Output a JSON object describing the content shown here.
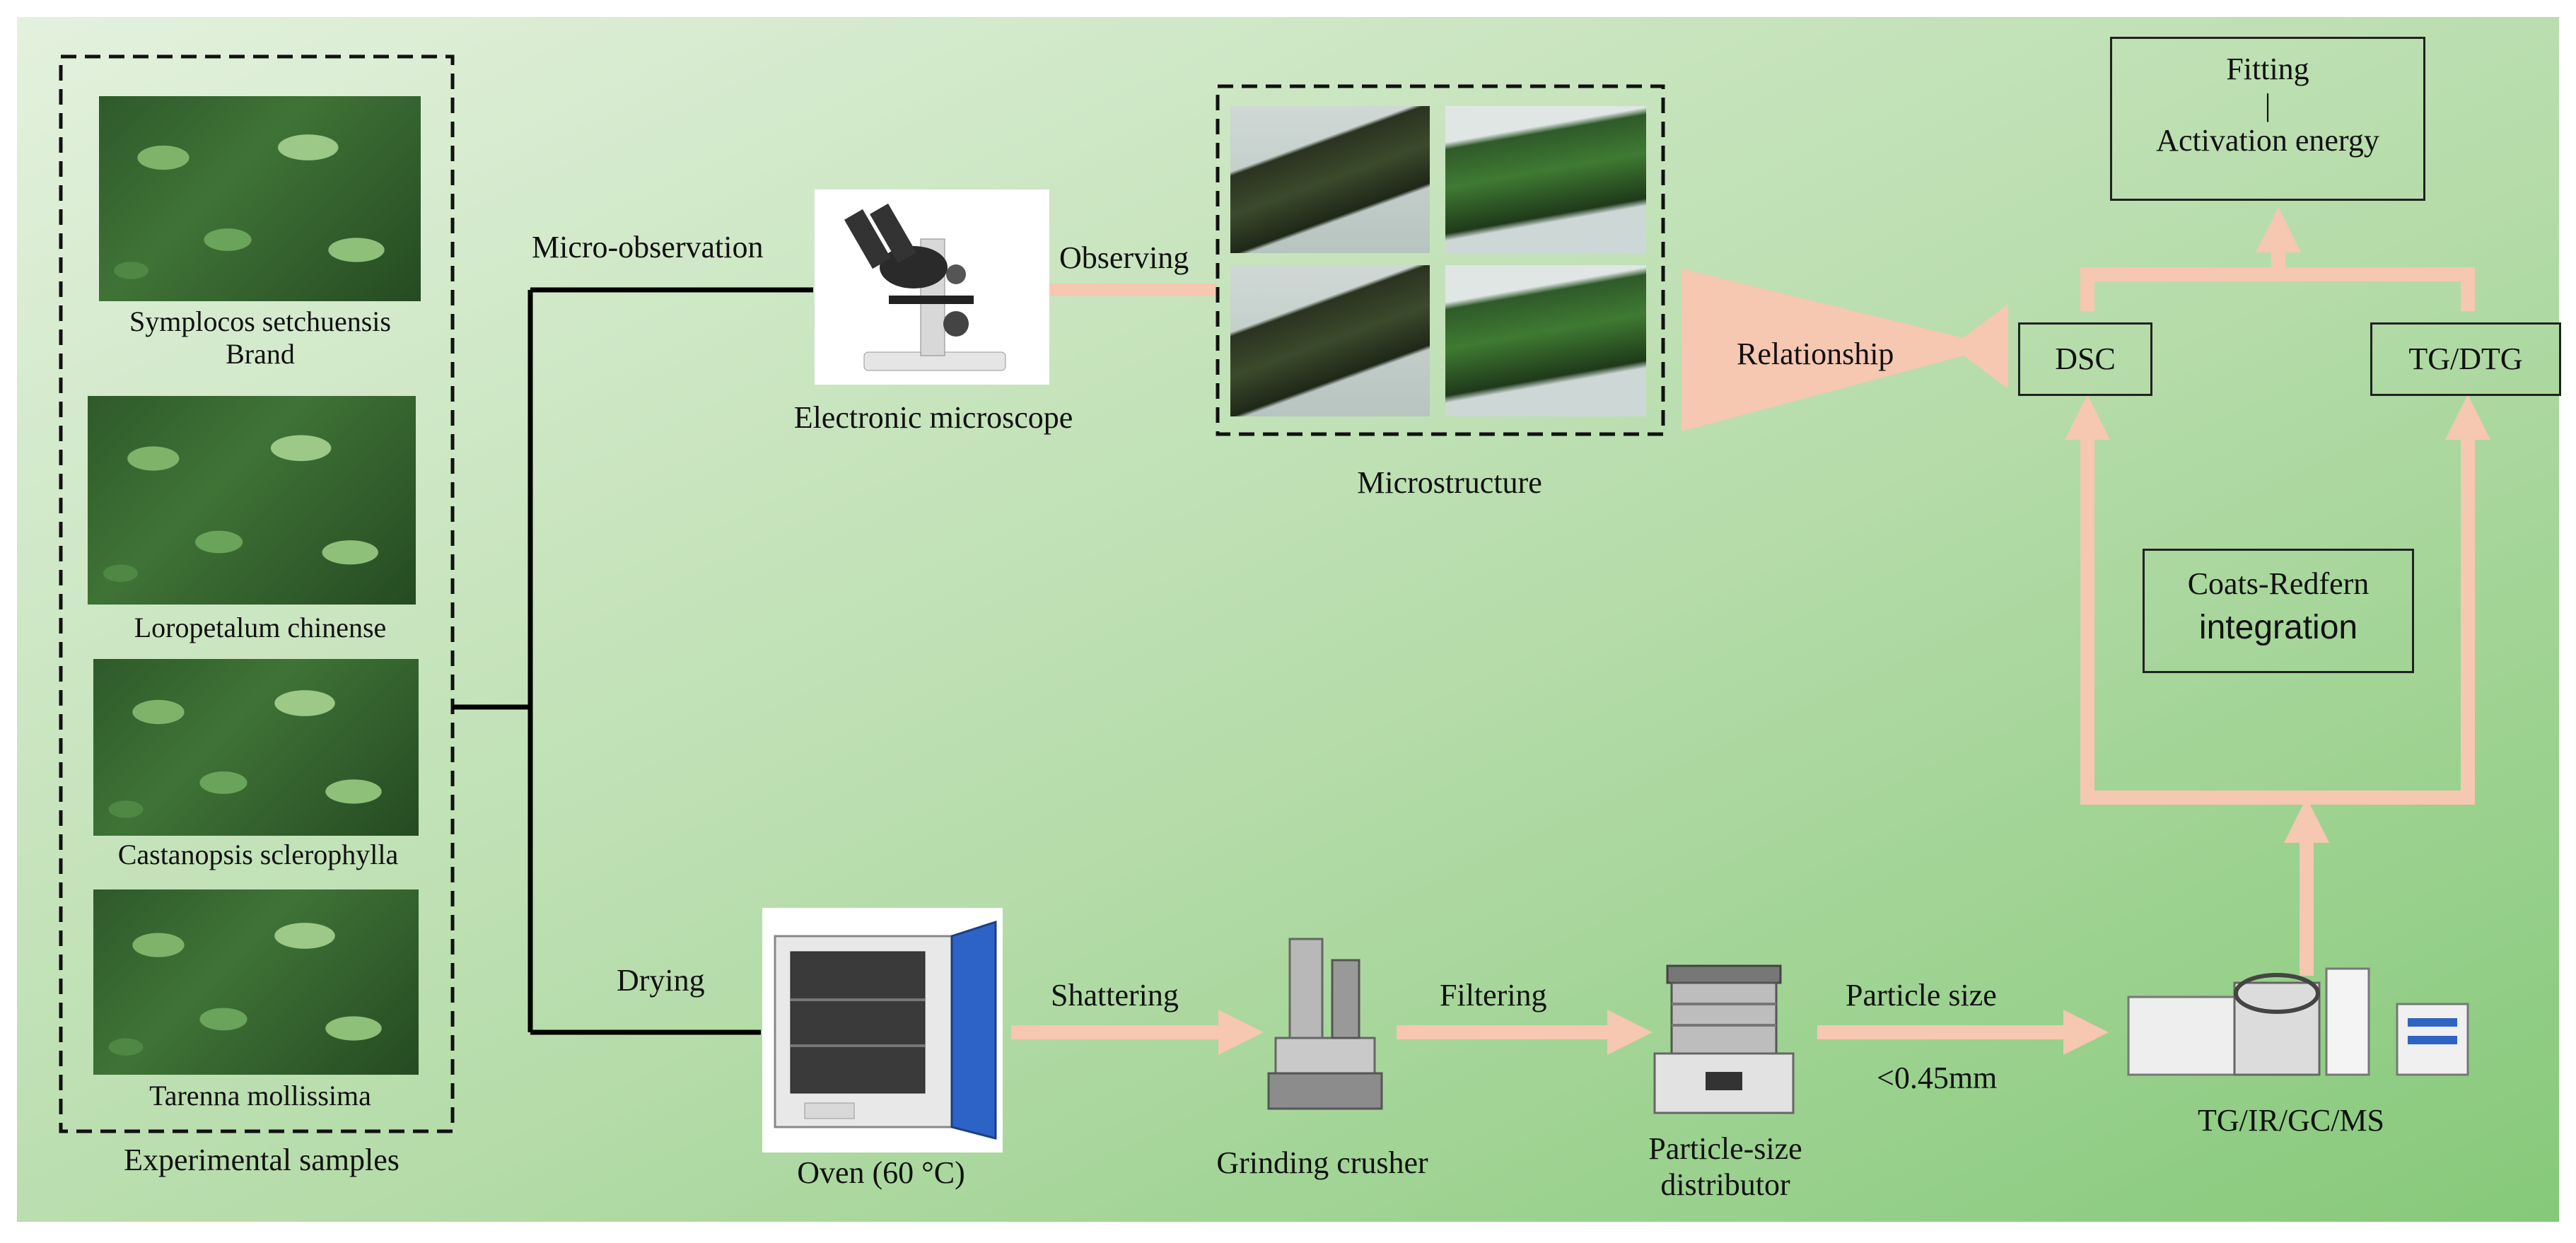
{
  "colors": {
    "background_start": "#e2f0dc",
    "background_end": "#86c97a",
    "arrow": "#f6c7b1",
    "line": "#000000"
  },
  "samples": {
    "caption": "Experimental samples",
    "items": [
      {
        "label_line1": "Symplocos setchuensis",
        "label_line2": "Brand"
      },
      {
        "label_line1": "Loropetalum chinense",
        "label_line2": ""
      },
      {
        "label_line1": "Castanopsis sclerophylla",
        "label_line2": ""
      },
      {
        "label_line1": "Tarenna mollissima",
        "label_line2": ""
      }
    ]
  },
  "branches": {
    "top": "Micro-observation",
    "bottom": "Drying"
  },
  "microscope": {
    "caption": "Electronic microscope",
    "icon": "microscope-icon"
  },
  "observing": "Observing",
  "microstructure": {
    "caption": "Microstructure"
  },
  "relationship": "Relationship",
  "dsc": "DSC",
  "tg_dtg": "TG/DTG",
  "fitting": {
    "line1": "Fitting",
    "line2": "|",
    "line3": "Activation energy"
  },
  "coats": {
    "line1": "Coats-Redfern",
    "line2": "integration"
  },
  "oven": {
    "caption": "Oven (60 °C)",
    "icon": "oven-icon"
  },
  "shattering": "Shattering",
  "crusher": {
    "caption": "Grinding crusher",
    "icon": "crusher-icon"
  },
  "filtering": "Filtering",
  "distributor": {
    "caption_line1": "Particle-size",
    "caption_line2": "distributor",
    "icon": "sieve-icon"
  },
  "particle": {
    "line1": "Particle size",
    "line2": "<0.45mm"
  },
  "instrument": {
    "caption": "TG/IR/GC/MS",
    "icon": "analyzer-icon"
  }
}
